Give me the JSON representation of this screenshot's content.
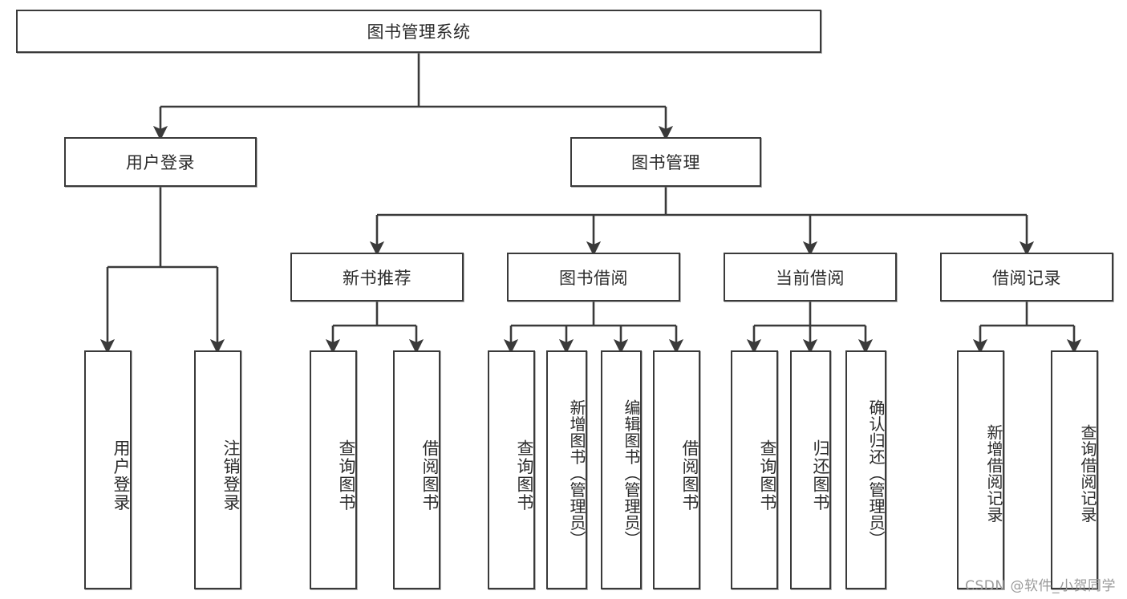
{
  "diagram": {
    "title": "图书管理系统",
    "type": "hierarchy-tree",
    "root": {
      "label": "图书管理系统"
    },
    "level2": [
      {
        "label": "用户登录"
      },
      {
        "label": "图书管理"
      }
    ],
    "level3": [
      {
        "label": "新书推荐"
      },
      {
        "label": "图书借阅"
      },
      {
        "label": "当前借阅"
      },
      {
        "label": "借阅记录"
      }
    ],
    "leaves": {
      "user_login": [
        {
          "label": "用户登录"
        },
        {
          "label": "注销登录"
        }
      ],
      "new_book_recommend": [
        {
          "label": "查询图书"
        },
        {
          "label": "借阅图书"
        }
      ],
      "book_borrow": [
        {
          "label": "查询图书"
        },
        {
          "label": "新增图书（管理员）"
        },
        {
          "label": "编辑图书（管理员）"
        },
        {
          "label": "借阅图书"
        }
      ],
      "current_borrow": [
        {
          "label": "查询图书"
        },
        {
          "label": "归还图书"
        },
        {
          "label": "确认归还（管理员）"
        }
      ],
      "borrow_record": [
        {
          "label": "新增借阅记录"
        },
        {
          "label": "查询借阅记录"
        }
      ]
    }
  },
  "watermark": {
    "text": "CSDN @软件_小贺同学"
  },
  "colors": {
    "stroke": "#3a3a3a",
    "text": "#2b2b2b",
    "background": "#ffffff",
    "watermark": "#9a9a9a"
  }
}
